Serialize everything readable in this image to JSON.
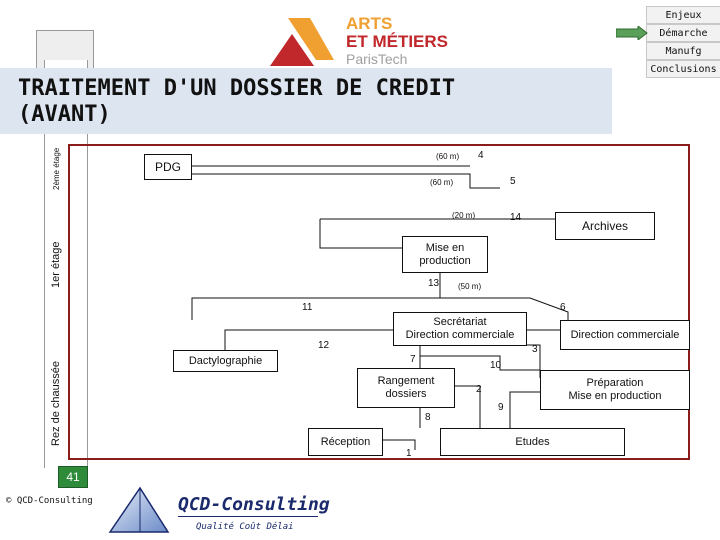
{
  "nav": {
    "items": [
      "Enjeux",
      "Démarche",
      "Manufg",
      "Conclusions"
    ],
    "active_index": 1
  },
  "logo": {
    "line1": "ARTS",
    "line2": "ET MÉTIERS",
    "line3": "ParisTech"
  },
  "title": {
    "line1": "TRAITEMENT D'UN DOSSIER DE CREDIT",
    "line2": "(AVANT)"
  },
  "floors": {
    "second": "2ème étage",
    "first": "1er étage",
    "ground": "Rez de chaussée"
  },
  "diagram": {
    "boxes": {
      "pdg": "PDG",
      "archives": "Archives",
      "mise_en_production": [
        "Mise en",
        "production"
      ],
      "secretariat": [
        "Secrétariat",
        "Direction commerciale"
      ],
      "direction_commerciale": "Direction commerciale",
      "dactylographie": "Dactylographie",
      "rangement": [
        "Rangement",
        "dossiers"
      ],
      "preparation": [
        "Préparation",
        "Mise en production"
      ],
      "reception": "Réception",
      "etudes": "Etudes"
    },
    "step_numbers": [
      "1",
      "2",
      "3",
      "4",
      "5",
      "6",
      "7",
      "8",
      "9",
      "10",
      "11",
      "12",
      "13",
      "14"
    ],
    "durations": {
      "d4": "(60 m)",
      "d5": "(60 m)",
      "d14": "(20 m)",
      "d13": "(50 m)"
    }
  },
  "footer": {
    "page_number": "41",
    "copyright": "© QCD-Consulting",
    "brand": "QCD-Consulting",
    "tagline": "Qualité Coût Délai"
  },
  "colors": {
    "accent_green": "#5aa05a",
    "frame_red": "#8a1c1c",
    "title_band": "#dde5f0",
    "logo_orange": "#f0a030",
    "logo_red": "#c0282c",
    "brand_blue": "#1a2a6c"
  }
}
